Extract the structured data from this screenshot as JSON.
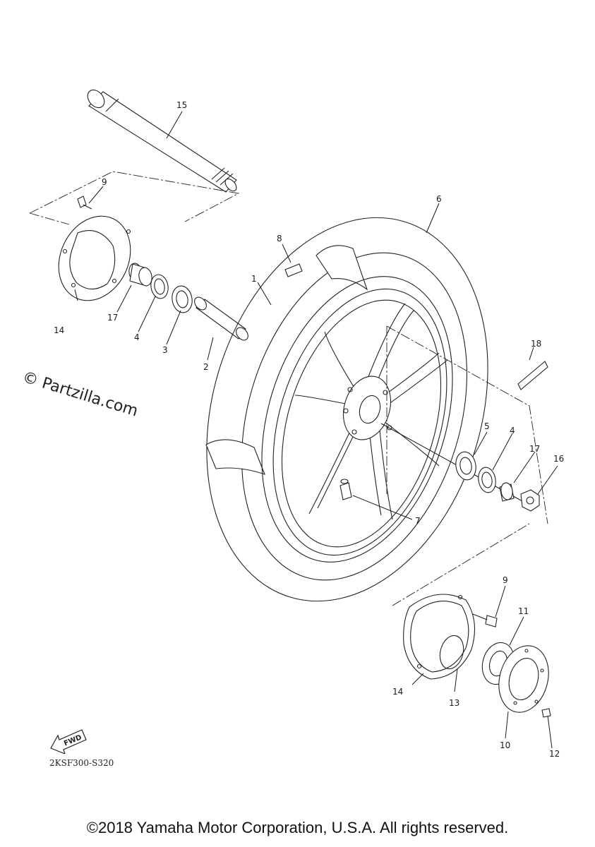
{
  "diagram": {
    "callouts": {
      "c1": "1",
      "c2": "2",
      "c3": "3",
      "c4a": "4",
      "c4b": "4",
      "c5": "5",
      "c6": "6",
      "c7": "7",
      "c8": "8",
      "c9a": "9",
      "c9b": "9",
      "c10": "10",
      "c11": "11",
      "c12": "12",
      "c13": "13",
      "c14a": "14",
      "c14b": "14",
      "c15": "15",
      "c16": "16",
      "c17a": "17",
      "c17b": "17",
      "c18": "18"
    },
    "fwd_label": "FWD",
    "diagram_code": "2KSF300-S320"
  },
  "watermark": "© Partzilla.com",
  "footer": {
    "copyright": "©2018 Yamaha Motor Corporation, U.S.A. All rights reserved."
  }
}
